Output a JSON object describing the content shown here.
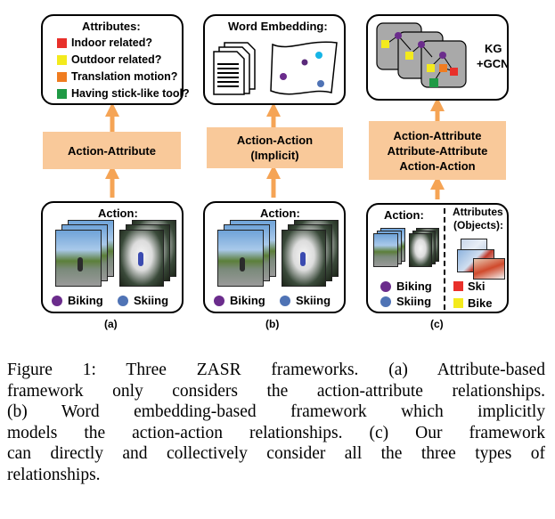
{
  "panel_a": {
    "attributes_title": "Attributes:",
    "attributes": [
      {
        "label": "Indoor related?",
        "color": "#e8302a"
      },
      {
        "label": "Outdoor related?",
        "color": "#f3ea1d"
      },
      {
        "label": "Translation motion?",
        "color": "#f07c20"
      },
      {
        "label": "Having stick-like tool?",
        "color": "#1f9a45"
      }
    ],
    "relation": "Action-Attribute",
    "action_title": "Action:",
    "actions": [
      {
        "label": "Biking",
        "color": "#6b2c8c"
      },
      {
        "label": "Skiing",
        "color": "#4f73b5"
      }
    ],
    "label": "(a)"
  },
  "panel_b": {
    "embedding_title": "Word Embedding:",
    "relation_line1": "Action-Action",
    "relation_line2": "(Implicit)",
    "action_title": "Action:",
    "actions": [
      {
        "label": "Biking",
        "color": "#6b2c8c"
      },
      {
        "label": "Skiing",
        "color": "#4f73b5"
      }
    ],
    "label": "(b)"
  },
  "panel_c": {
    "kg_line1": "KG",
    "kg_line2": "+GCN",
    "relations": [
      "Action-Attribute",
      "Attribute-Attribute",
      "Action-Action"
    ],
    "action_title": "Action:",
    "attributes_title_line1": "Attributes",
    "attributes_title_line2": "(Objects):",
    "actions": [
      {
        "label": "Biking",
        "color": "#6b2c8c"
      },
      {
        "label": "Skiing",
        "color": "#4f73b5"
      }
    ],
    "objects": [
      {
        "label": "Ski",
        "color": "#e8302a"
      },
      {
        "label": "Bike",
        "color": "#f3ea1d"
      }
    ],
    "label": "(c)"
  },
  "colors": {
    "arrow": "#f5a455",
    "relation_box": "#f9c99a",
    "kg_card": "#a9a9a9"
  },
  "caption_lines": [
    "Figure 1: Three ZASR frameworks. (a) Attribute-based",
    "framework only considers the action-attribute relationships.",
    "(b) Word embedding-based framework which implicitly",
    "models the action-action relationships. (c) Our framework",
    "can directly and collectively consider all the three types of",
    "relationships."
  ]
}
